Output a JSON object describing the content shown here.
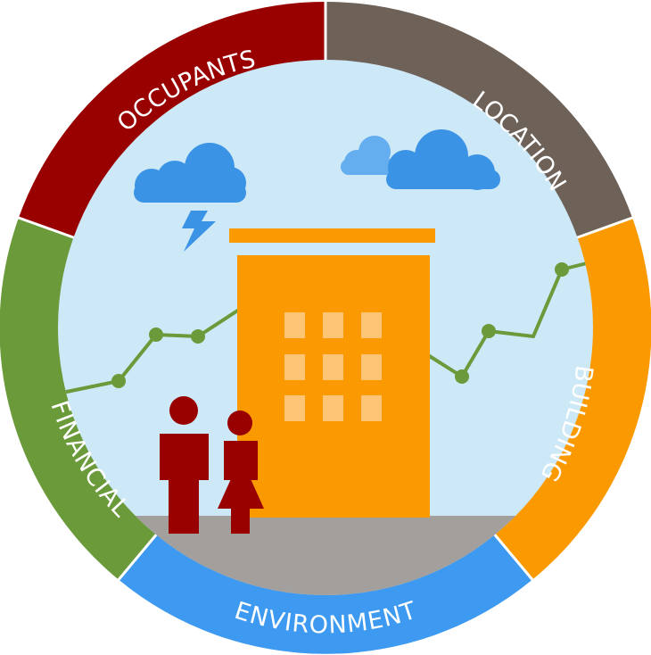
{
  "segments": [
    {
      "key": "occupants",
      "label": "OCCUPANTS",
      "color": "#990000"
    },
    {
      "key": "location",
      "label": "LOCATION",
      "color": "#6e6158"
    },
    {
      "key": "building",
      "label": "BUILDING",
      "color": "#fb9a00"
    },
    {
      "key": "environment",
      "label": "ENVIRONMENT",
      "color": "#3d9af0"
    },
    {
      "key": "financial",
      "label": "FINANCIAL",
      "color": "#6a9a3a"
    }
  ],
  "colors": {
    "sky": "#cde8f6",
    "ground": "#a39f9c",
    "building": "#fb9a00",
    "window": "#fdc476",
    "cloud": "#3b93e6",
    "cloud_light": "#64aef0",
    "bolt": "#3b93e6",
    "trend_line": "#6a9a3a",
    "people": "#990000"
  },
  "icons": [
    "storm-cloud-icon",
    "lightning-bolt-icon",
    "cloud-icon",
    "building-icon",
    "man-icon",
    "woman-icon"
  ]
}
